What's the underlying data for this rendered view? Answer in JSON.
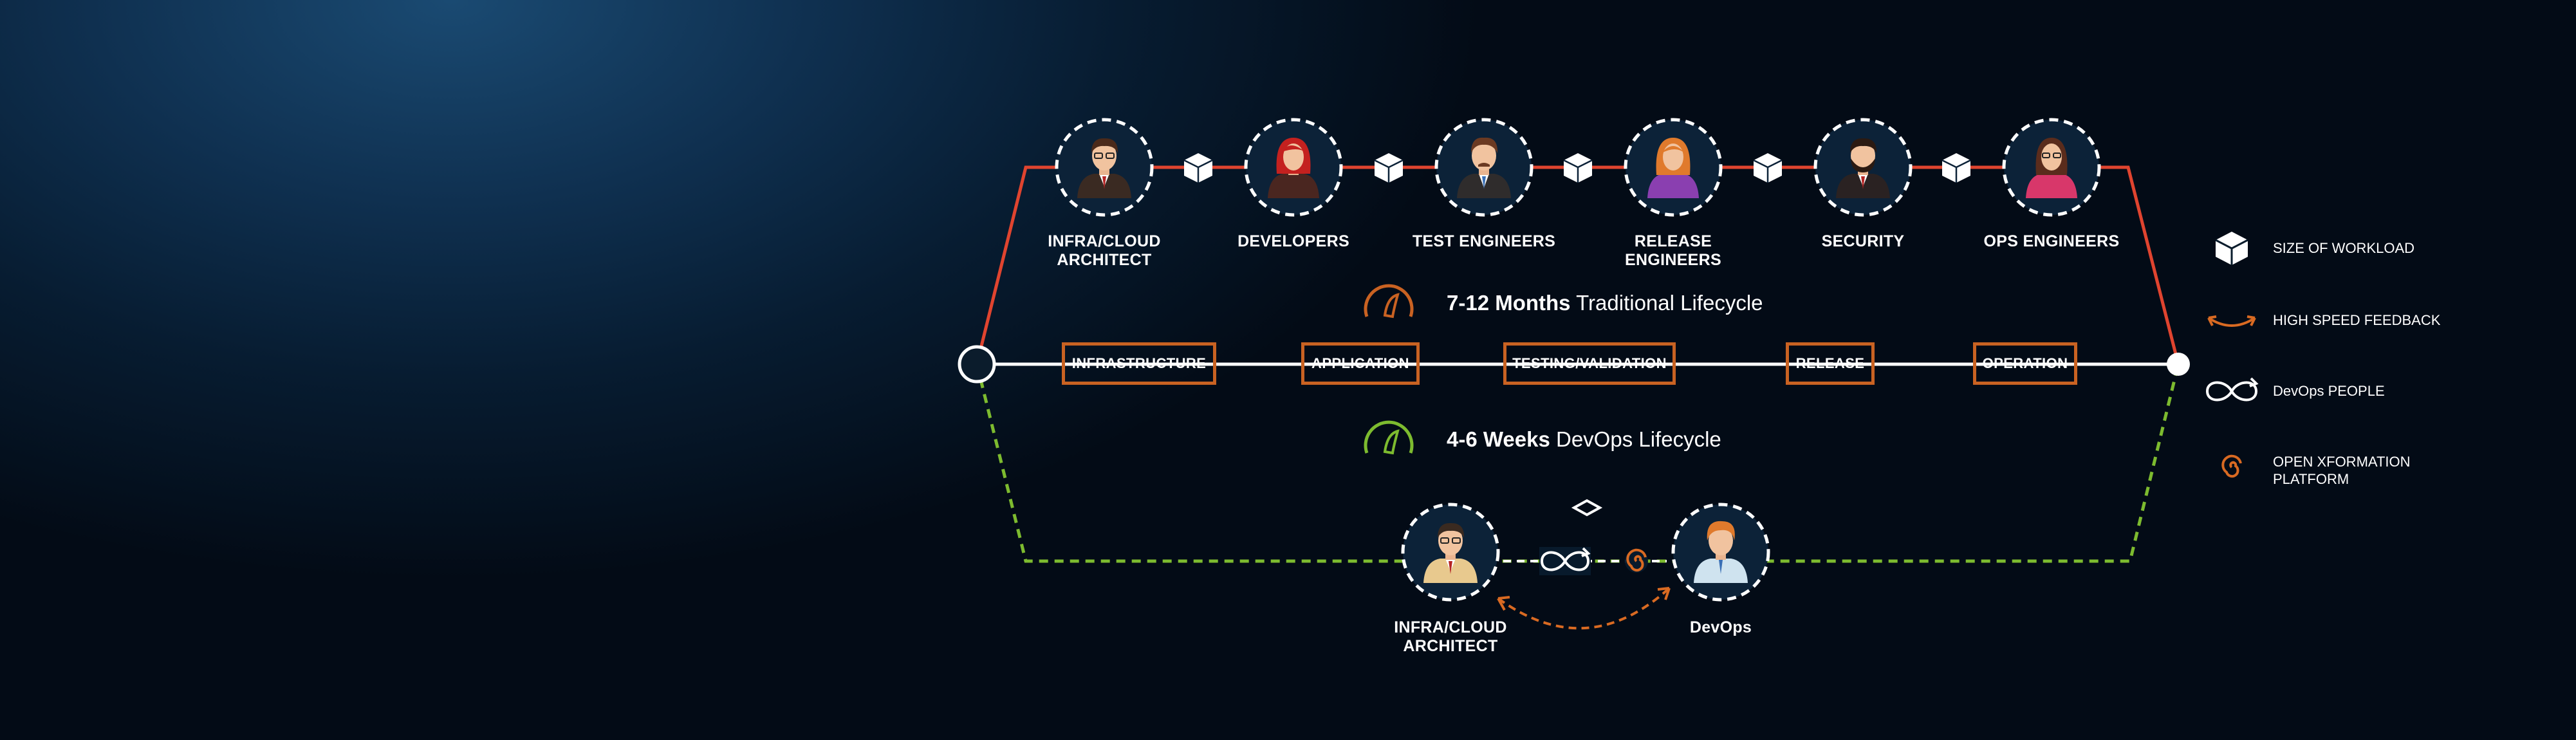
{
  "traditional_roles": [
    {
      "id": "infra",
      "label_line1": "INFRA/CLOUD",
      "label_line2": "ARCHITECT"
    },
    {
      "id": "dev",
      "label_line1": "DEVELOPERS",
      "label_line2": ""
    },
    {
      "id": "test",
      "label_line1": "TEST ENGINEERS",
      "label_line2": ""
    },
    {
      "id": "release",
      "label_line1": "RELEASE",
      "label_line2": "ENGINEERS"
    },
    {
      "id": "security",
      "label_line1": "SECURITY",
      "label_line2": ""
    },
    {
      "id": "ops",
      "label_line1": "OPS ENGINEERS",
      "label_line2": ""
    }
  ],
  "traditional": {
    "duration": "7-12 Months",
    "label": "Traditional Lifecycle",
    "color": "#e0502a"
  },
  "stages": [
    "INFRASTRUCTURE",
    "APPLICATION",
    "TESTING/VALIDATION",
    "RELEASE",
    "OPERATION"
  ],
  "devops": {
    "duration": "4-6 Weeks",
    "label": "DevOps Lifecycle",
    "color": "#7dbb2f"
  },
  "devops_roles": [
    {
      "id": "infra2",
      "label_line1": "INFRA/CLOUD",
      "label_line2": "ARCHITECT"
    },
    {
      "id": "devops",
      "label_line1": "DevOps",
      "label_line2": ""
    }
  ],
  "legend": [
    {
      "icon": "cube-icon",
      "line1": "SIZE OF WORKLOAD",
      "line2": ""
    },
    {
      "icon": "feedback-arrow-icon",
      "line1": "HIGH SPEED FEEDBACK",
      "line2": ""
    },
    {
      "icon": "infinity-icon",
      "line1": "DevOps PEOPLE",
      "line2": ""
    },
    {
      "icon": "spiral-icon",
      "line1": "OPEN XFORMATION",
      "line2": "PLATFORM"
    }
  ],
  "colors": {
    "accent": "#c96222",
    "red_line": "#e0442f",
    "green_line": "#7dbb2f"
  }
}
